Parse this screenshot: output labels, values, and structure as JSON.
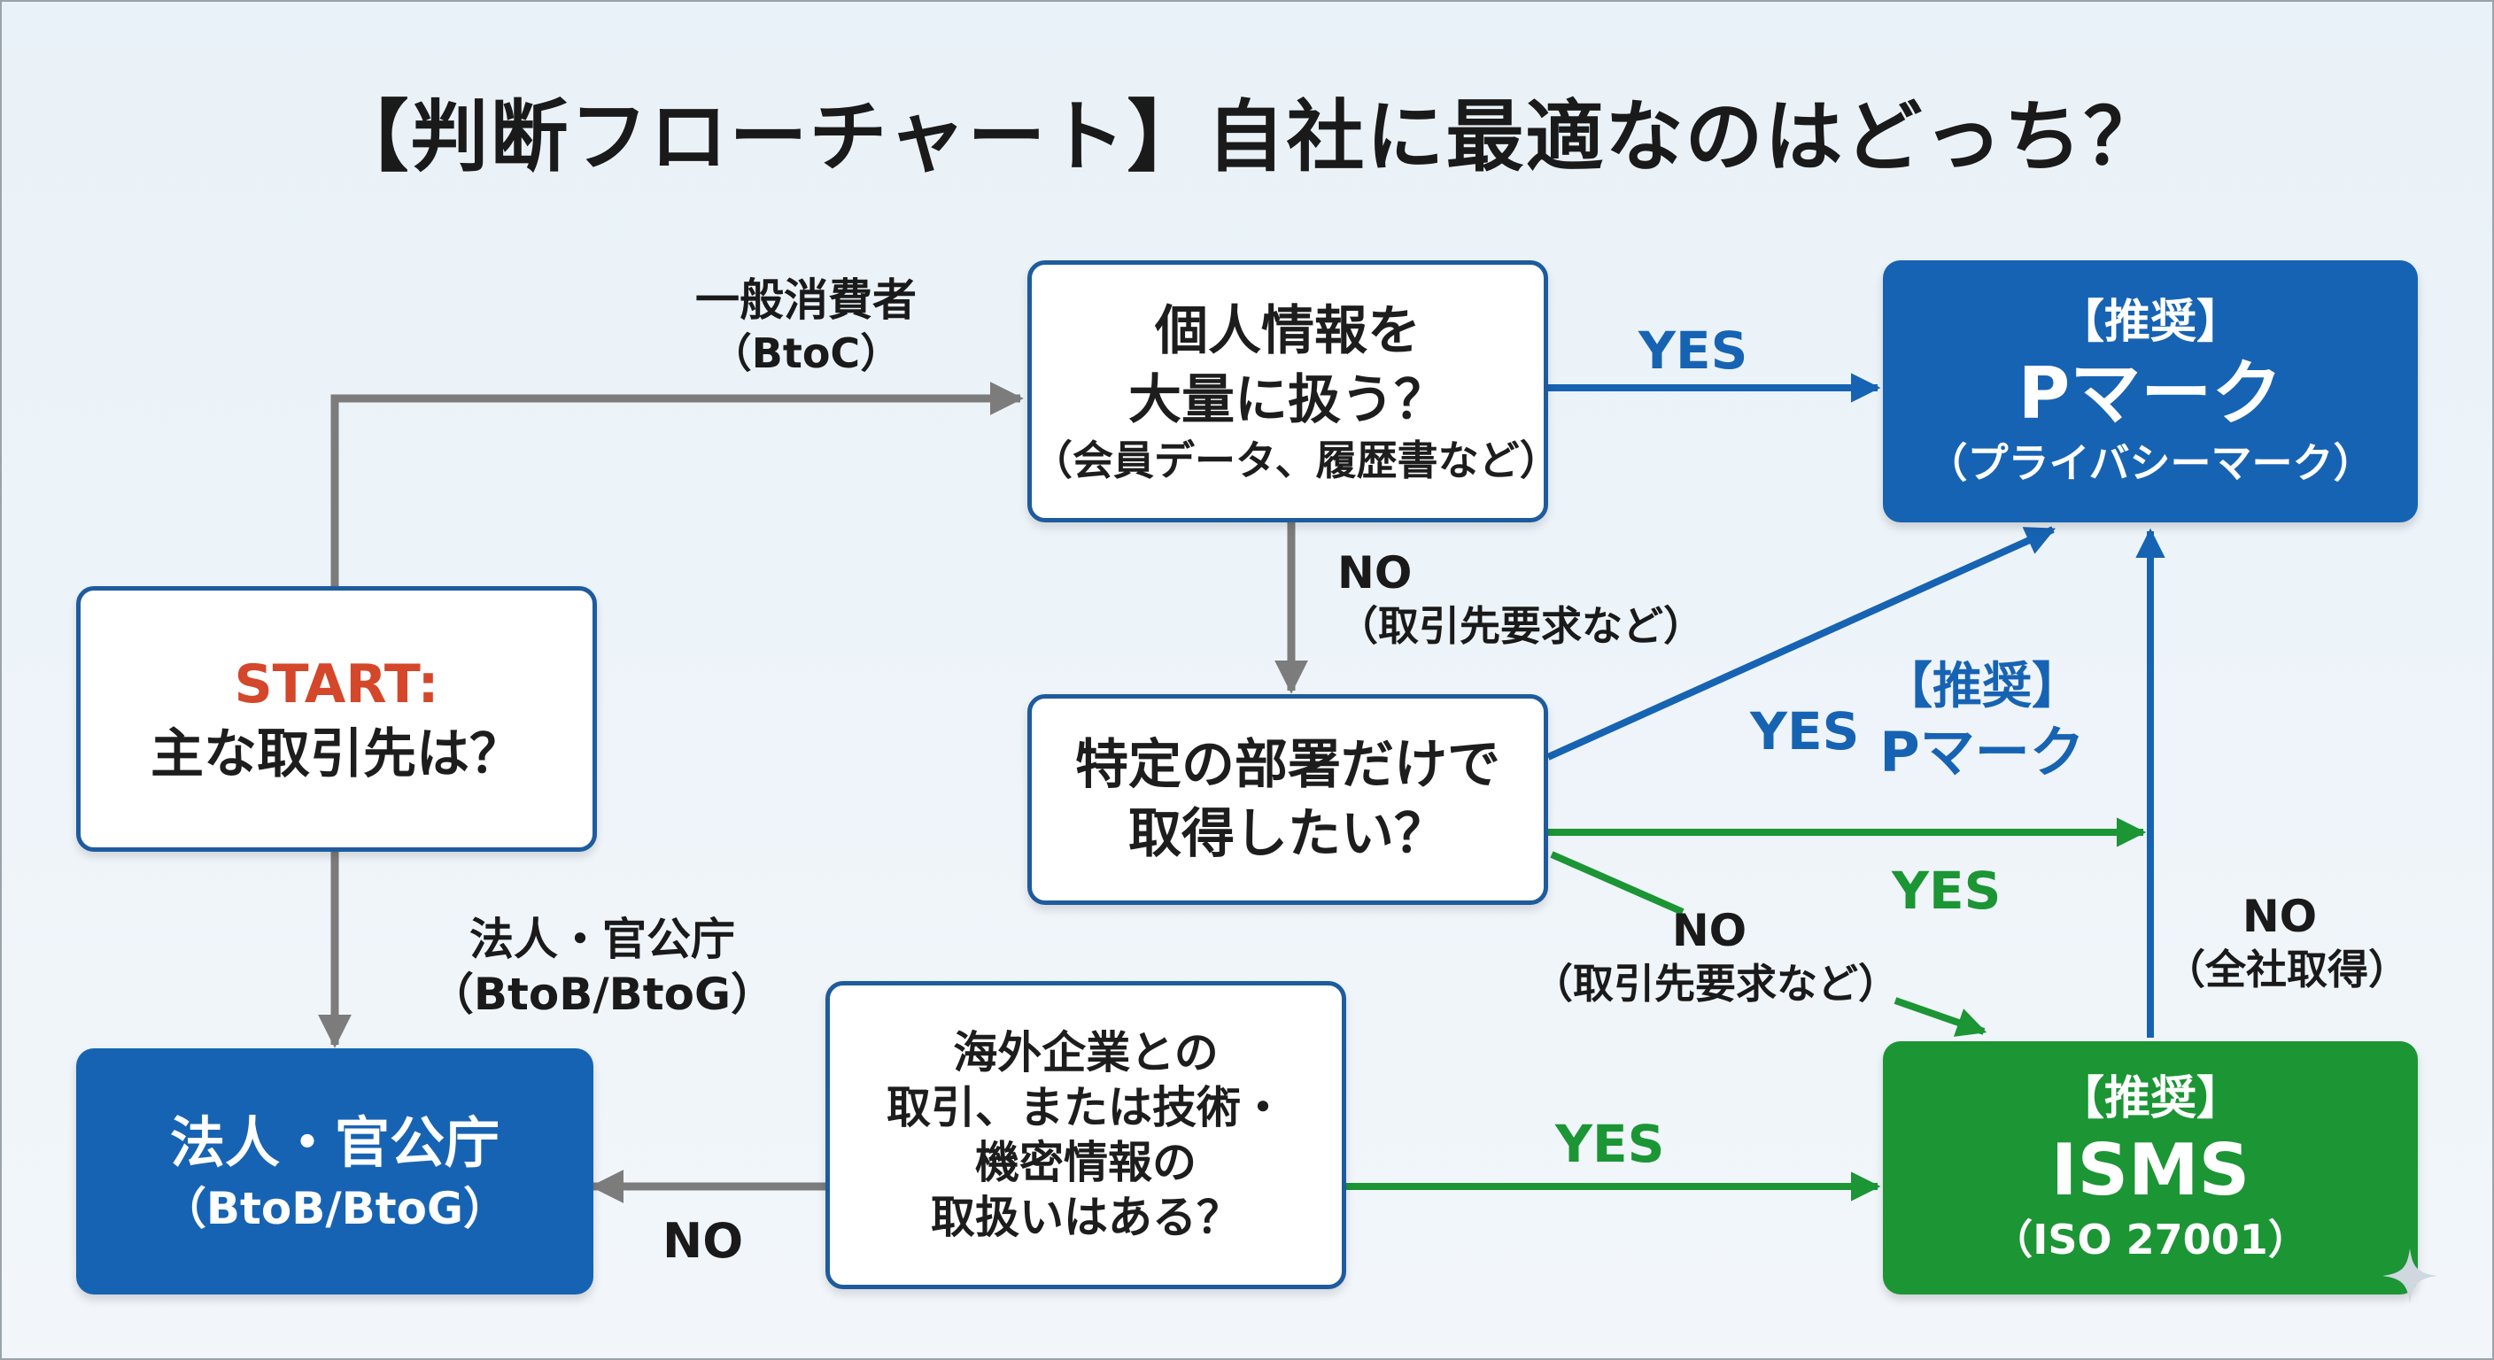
{
  "title": "【判断フローチャート】自社に最適なのはどっち？",
  "start": {
    "head": "START:",
    "question": "主な取引先は？"
  },
  "branch_consumer": {
    "line1": "一般消費者",
    "line2": "（BtoC）"
  },
  "branch_corporate": {
    "line1": "法人・官公庁",
    "line2": "（BtoB/BtoG）"
  },
  "corporate_box": {
    "line1": "法人・官公庁",
    "line2": "（BtoB/BtoG）"
  },
  "q_personal": {
    "line1": "個人情報を",
    "line2": "大量に扱う？",
    "line3": "（会員データ、履歴書など）"
  },
  "q_department": {
    "line1": "特定の部署だけで",
    "line2": "取得したい？"
  },
  "q_overseas": {
    "line1": "海外企業との",
    "line2": "取引、または技術・",
    "line3": "機密情報の",
    "line4": "取扱いはある？"
  },
  "rec_pmark": {
    "tag": "【推奨】",
    "name": "Pマーク",
    "sub": "（プライバシーマーク）"
  },
  "rec_isms": {
    "tag": "【推奨】",
    "name": "ISMS",
    "sub": "（ISO 27001）"
  },
  "edges": {
    "yes_personal": "YES",
    "no_personal_1": "NO",
    "no_personal_2": "（取引先要求など）",
    "yes_dept_blue": "YES",
    "rec_mid_tag": "【推奨】",
    "rec_mid_name": "Pマーク",
    "yes_dept_green": "YES",
    "no_dept_1": "NO",
    "no_dept_2": "（取引先要求など）",
    "no_isms_1": "NO",
    "no_isms_2": "（全社取得）",
    "yes_overseas": "YES",
    "no_overseas": "NO"
  },
  "colors": {
    "blue": "#1763b3",
    "green": "#1c9535",
    "gray": "#7c7c7c",
    "start_red": "#d4472a",
    "border": "#1e5b9e"
  }
}
